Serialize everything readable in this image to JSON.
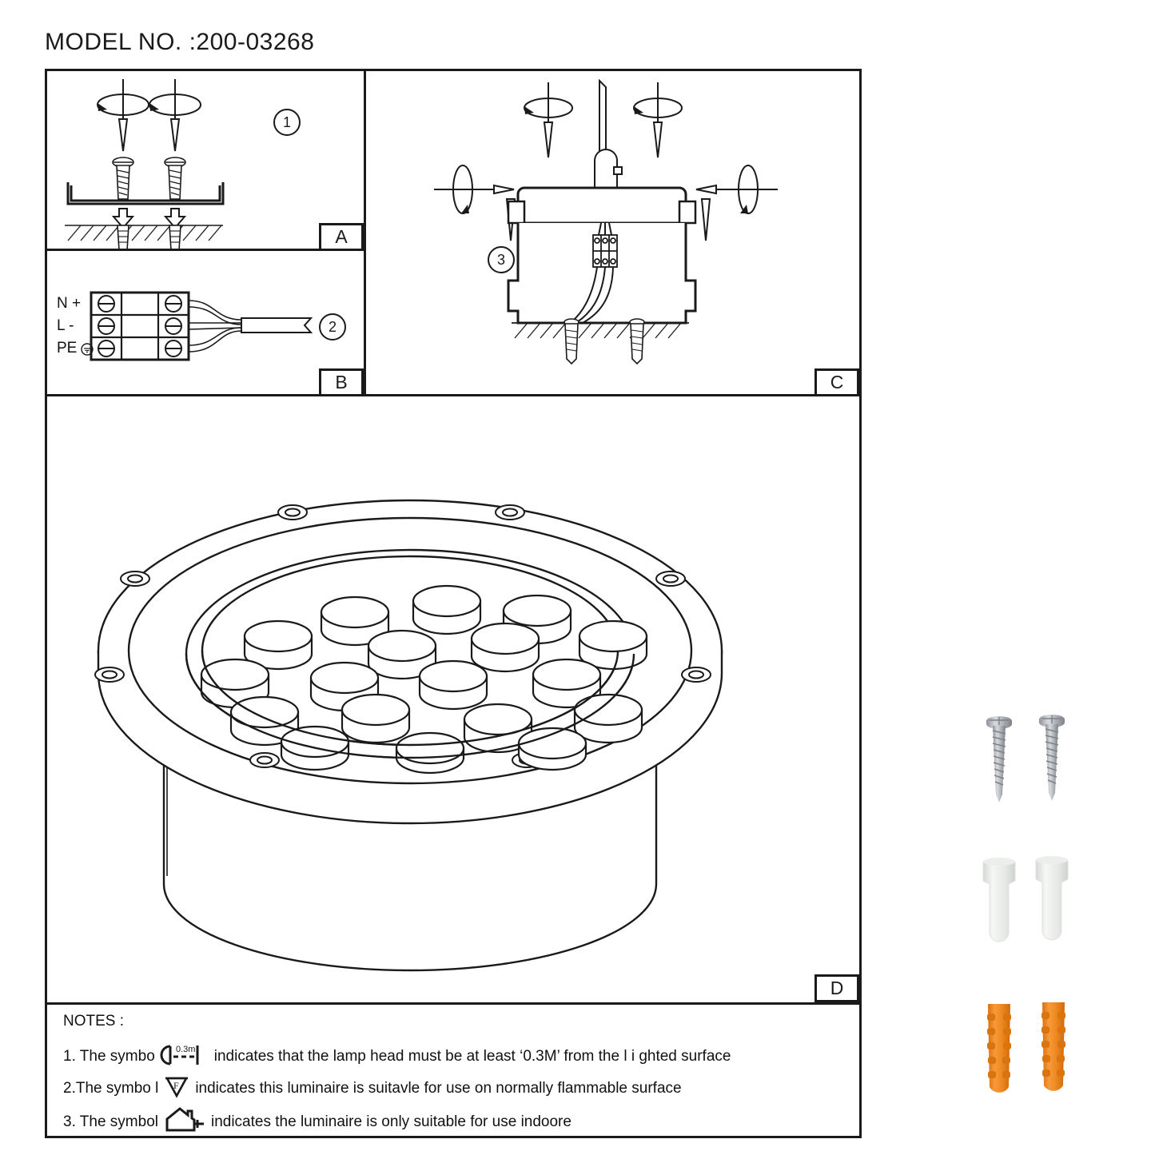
{
  "title": "MODEL NO. :200-03268",
  "panels": [
    {
      "tag": "A",
      "step": "1",
      "desc": "screws-into-housing-and-anchors"
    },
    {
      "tag": "B",
      "step": "2",
      "desc": "terminal-block-wiring"
    },
    {
      "tag": "C",
      "step": "3",
      "desc": "fixture-assembly-mounting"
    },
    {
      "tag": "D",
      "step": "",
      "desc": "product-isometric-view"
    }
  ],
  "terminal_block": {
    "rows": [
      {
        "label": "N +"
      },
      {
        "label": "L -"
      },
      {
        "label": "PE"
      }
    ]
  },
  "notes": {
    "heading": "NOTES :",
    "items": [
      {
        "pre": "1. The symbo",
        "symbol": "min-distance-0.3m-icon",
        "symbol_text": "0.3m",
        "post": "indicates that the lamp head must be at least ‘0.3M’ from the l i ghted surface"
      },
      {
        "pre": "2.The symbo l",
        "symbol": "f-mark-triangle-icon",
        "symbol_text": "F",
        "post": "indicates this luminaire is suitavle for use on normally flammable surface"
      },
      {
        "pre": "3. The symbol",
        "symbol": "indoor-house-icon",
        "symbol_text": "",
        "post": "indicates the luminaire is only suitable for use indoore"
      }
    ]
  },
  "accessories": [
    {
      "name": "screws",
      "count": 2,
      "color": "#b9bcc0"
    },
    {
      "name": "plastic-sleeves",
      "count": 2,
      "color": "#eceeee"
    },
    {
      "name": "wall-plugs",
      "count": 2,
      "color": "#ef8a22"
    }
  ],
  "product": {
    "name": "inground-led-light",
    "led_count": 18,
    "rim_screw_count": 8
  },
  "colors": {
    "line": "#1a1a1a",
    "screw": "#b9bcc0",
    "sleeve": "#eceeee",
    "plug": "#ef8a22"
  }
}
